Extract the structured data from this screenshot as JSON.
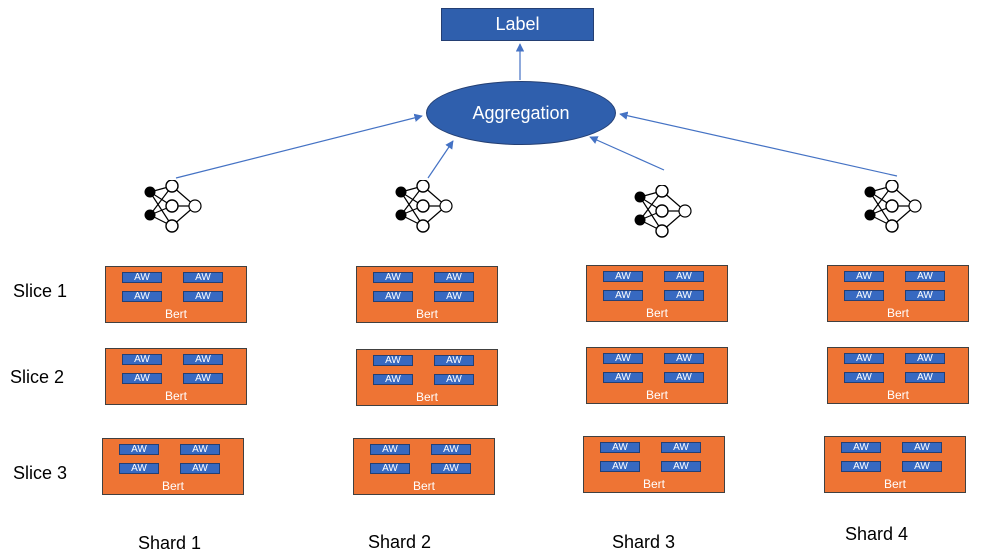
{
  "label": "Label",
  "aggregation": "Aggregation",
  "icons": {
    "model": "neural-network-icon"
  },
  "colors": {
    "node_blue": "#2f5fad",
    "bert_orange": "#ee7434",
    "aw_blue": "#3769c1"
  },
  "slices": [
    "Slice 1",
    "Slice 2",
    "Slice 3"
  ],
  "shards": [
    "Shard 1",
    "Shard 2",
    "Shard 3",
    "Shard 4"
  ],
  "block": {
    "aw": "AW",
    "bert": "Bert"
  }
}
